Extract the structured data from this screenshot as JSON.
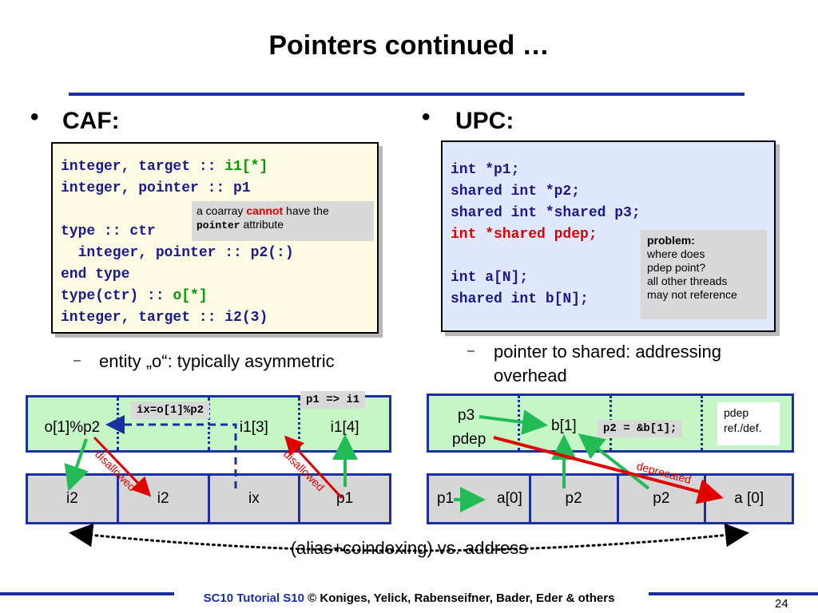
{
  "title": "Pointers continued …",
  "caf": {
    "heading": "CAF:",
    "code": {
      "l1a": "integer, target :: ",
      "l1b": "i1[*]",
      "l2": "integer, pointer :: p1",
      "l3": "type :: ctr",
      "l4": "  integer, pointer :: p2(:)",
      "l5": "end type",
      "l6a": "type(ctr) :: ",
      "l6b": "o[*]",
      "l7": "integer, target :: i2(3)"
    },
    "note": {
      "a": "a coarray ",
      "b": "cannot",
      "c": " have the",
      "d": "pointer",
      "e": " attribute"
    },
    "subbullet_dash": "–",
    "subbullet": "entity „o“: typically asymmetric"
  },
  "upc": {
    "heading": "UPC:",
    "code": {
      "l1": "int *p1;",
      "l2": "shared int *p2;",
      "l3": "shared int *shared p3;",
      "l4": "int *shared pdep;",
      "l5": "int a[N];",
      "l6": "shared int b[N];"
    },
    "note": {
      "title": "problem:",
      "l1": "where does",
      "l2": "pdep point?",
      "l3": "all other threads",
      "l4": "may not reference"
    },
    "subbullet_dash": "–",
    "subbullet1": "pointer to shared: addressing",
    "subbullet2": "overhead"
  },
  "bullet_glyph": "•",
  "left_diagram": {
    "top_cells": [
      "o[1]%p2",
      "",
      "i1[3]",
      "i1[4]"
    ],
    "bottom_cells": [
      "i2",
      "i2",
      "ix",
      "p1"
    ],
    "label_ix": "ix=o[1]%p2",
    "label_p1": "p1 => i1",
    "disallowed1": "disallowed",
    "disallowed2": "disallowed"
  },
  "right_diagram": {
    "top_p3": "p3",
    "top_pdep": "pdep",
    "top_b1": "b[1]",
    "label_p2": "p2 = &b[1];",
    "note_pdep1": "pdep",
    "note_pdep2": "ref./def.",
    "bottom_cells": [
      "p1",
      "a[0]",
      "p2",
      "p2",
      "a [0]"
    ],
    "deprecated": "deprecated"
  },
  "comparison": "(alias+coindexing) vs. address",
  "footer": {
    "a": "SC10 Tutorial S10",
    "b": " © Koniges, Yelick, Rabenseifner, Bader, Eder & others"
  },
  "page_number": "24",
  "colors": {
    "accent": "#1a2fa0",
    "green": "#009900",
    "red": "#e00000",
    "arrow_green": "#22bb55"
  }
}
